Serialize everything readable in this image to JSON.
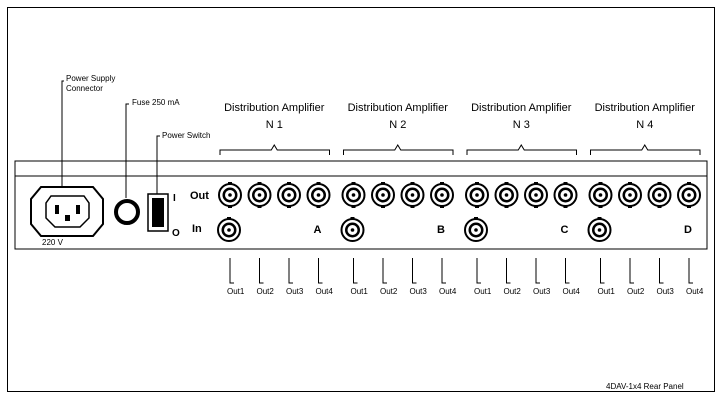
{
  "labels": {
    "power_supply_line1": "Power Supply",
    "power_supply_line2": "Connector",
    "fuse": "Fuse 250 mA",
    "power_switch": "Power Switch",
    "voltage": "220 V",
    "switch_on": "I",
    "switch_off": "O",
    "out_row": "Out",
    "in_row": "In",
    "caption": "4DAV-1x4 Rear Panel"
  },
  "amplifiers": [
    {
      "title": "Distribution Amplifier",
      "number": "N 1",
      "channel": "A"
    },
    {
      "title": "Distribution Amplifier",
      "number": "N 2",
      "channel": "B"
    },
    {
      "title": "Distribution Amplifier",
      "number": "N 3",
      "channel": "C"
    },
    {
      "title": "Distribution Amplifier",
      "number": "N 4",
      "channel": "D"
    }
  ],
  "output_labels": [
    "Out1",
    "Out2",
    "Out3",
    "Out4"
  ]
}
